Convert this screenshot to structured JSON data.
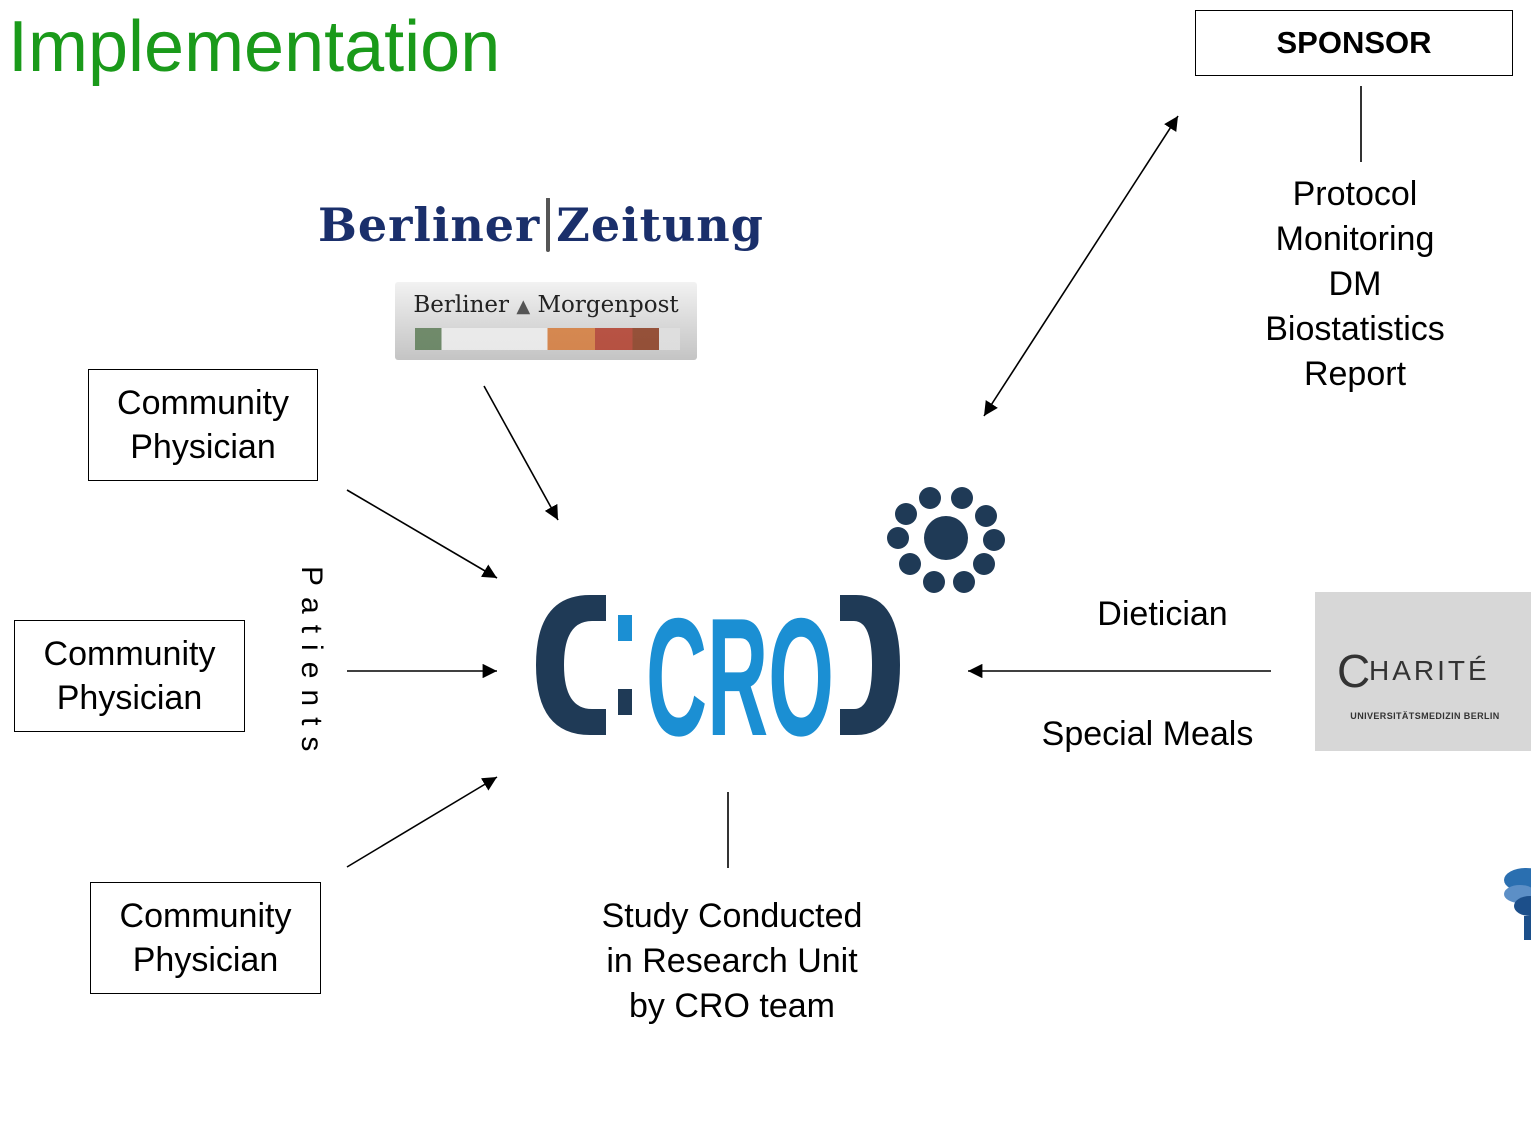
{
  "title": "Implementation",
  "sponsor": {
    "label": "SPONSOR",
    "tasks": [
      "Protocol",
      "Monitoring",
      "DM",
      "Biostatistics",
      "Report"
    ]
  },
  "logos": {
    "berliner_zeitung": {
      "part1": "Berliner",
      "part2": "Zeitung"
    },
    "berliner_morgenpost": {
      "name": "Berliner",
      "name2": "Morgenpost"
    },
    "cro": {
      "text": "CRO",
      "dark_color": "#1f3a56",
      "accent_color": "#1b8fd3"
    },
    "charite": {
      "name_c": "C",
      "name_rest": "HARITÉ",
      "subtitle": "UNIVERSITÄTSMEDIZIN BERLIN"
    }
  },
  "physicians": [
    {
      "line1": "Community",
      "line2": "Physician"
    },
    {
      "line1": "Community",
      "line2": "Physician"
    },
    {
      "line1": "Community",
      "line2": "Physician"
    }
  ],
  "patients_label": "Patients",
  "charite_link": {
    "top_label": "Dietician",
    "bottom_label": "Special Meals"
  },
  "study": {
    "lines": [
      "Study Conducted",
      "in Research Unit",
      "by CRO team"
    ]
  },
  "colors": {
    "title": "#1a9a1a",
    "cro_dark": "#1f3a56",
    "cro_blue": "#1b8fd3"
  }
}
